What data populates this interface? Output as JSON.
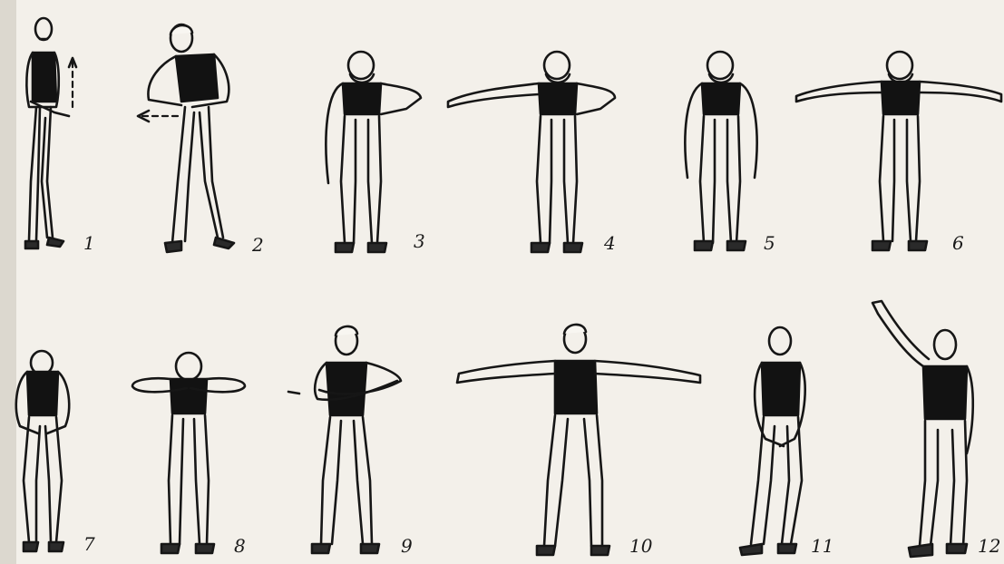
{
  "figures": [
    {
      "number": "1"
    },
    {
      "number": "2"
    },
    {
      "number": "3"
    },
    {
      "number": "4"
    },
    {
      "number": "5"
    },
    {
      "number": "6"
    },
    {
      "number": "7"
    },
    {
      "number": "8"
    },
    {
      "number": "9"
    },
    {
      "number": "10"
    },
    {
      "number": "11"
    },
    {
      "number": "12"
    }
  ],
  "colors": {
    "paper": "#f3f0ea",
    "ink": "#161616",
    "left_strip": "#dcd8cf"
  }
}
